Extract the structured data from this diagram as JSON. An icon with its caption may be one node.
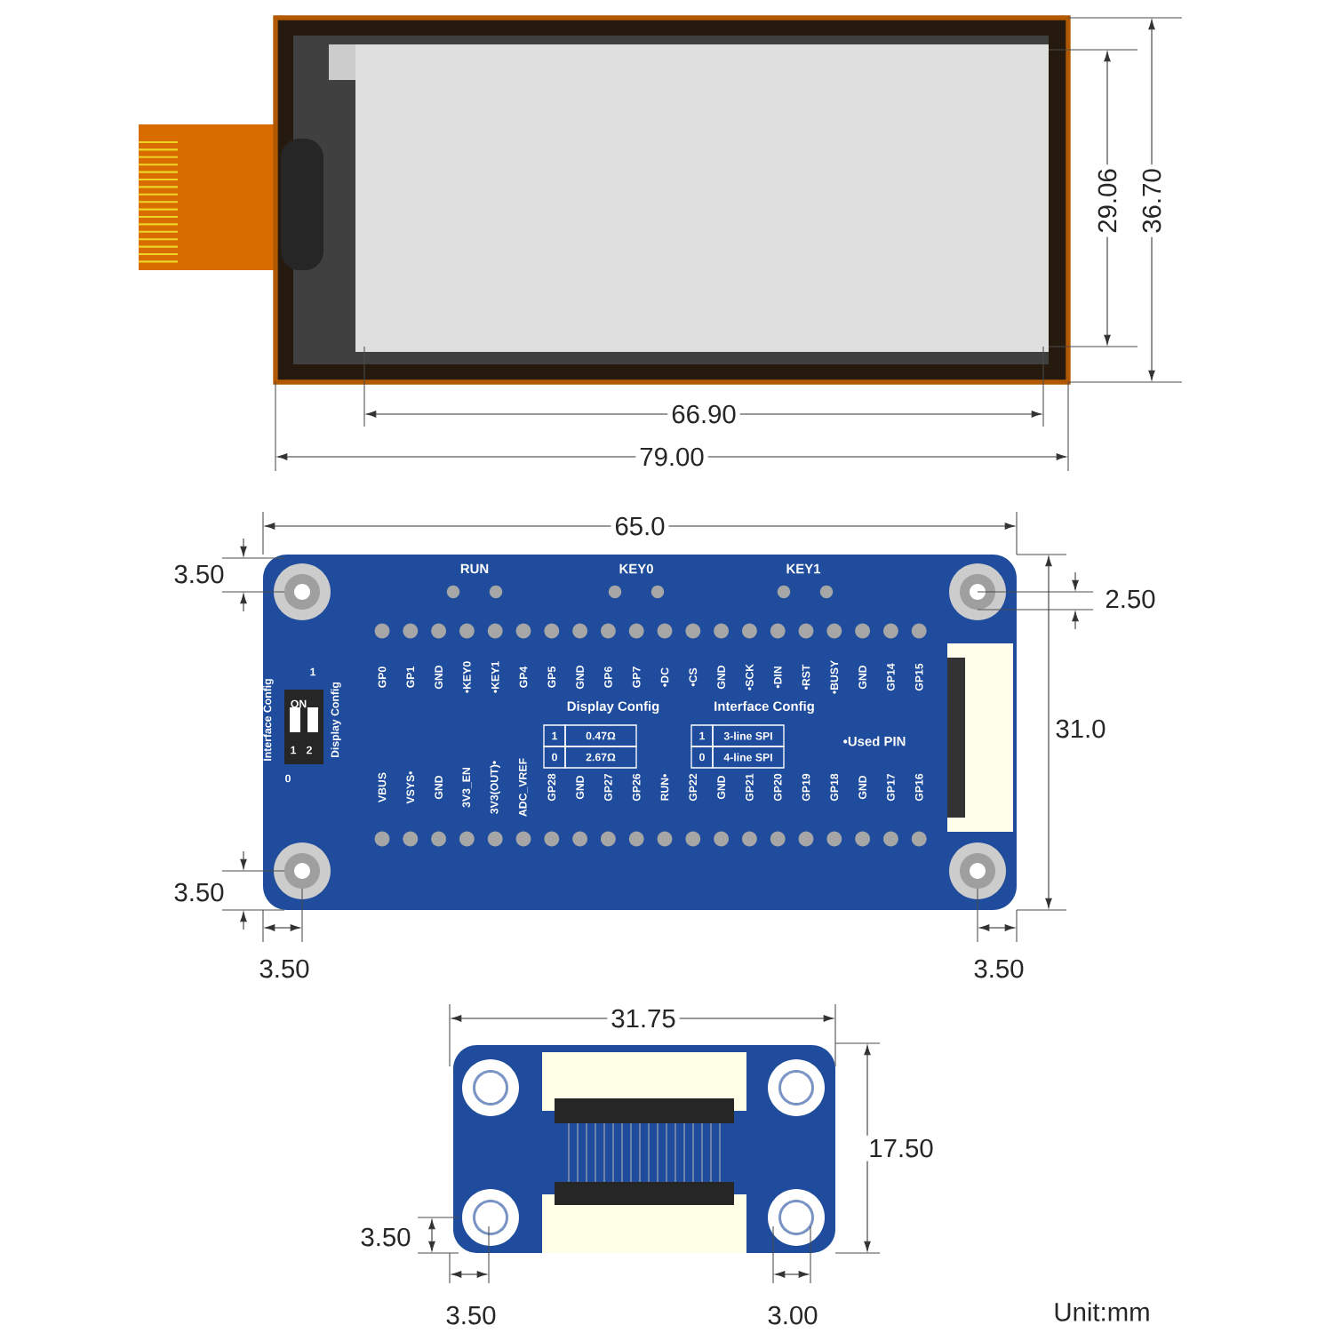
{
  "diagram": {
    "labels": [
      "29.06",
      "36.70",
      "66.90",
      "79.00",
      "65.0",
      "3.50",
      "RUN",
      "KEY0",
      "KEY1",
      "2.50",
      "GP0",
      "GP1",
      "GND",
      "•KEY0",
      "•KEY1",
      "GP4",
      "GP5",
      "GND",
      "GP6",
      "GP7",
      "•DC",
      "•CS",
      "GND",
      "•SCK",
      "•DIN",
      "•RST",
      "•BUSY",
      "GND",
      "GP14",
      "GP15",
      "1",
      "ON",
      "1",
      "2",
      "0",
      "Interface Config",
      "Display Config",
      "Display Config",
      "1",
      "0.47Ω",
      "0",
      "2.67Ω",
      "Interface Config",
      "1",
      "3-line SPI",
      "0",
      "4-line SPI",
      "•Used PIN",
      "31.0",
      "VBUS",
      "VSYS•",
      "GND",
      "3V3_EN",
      "3V3(OUT)•",
      "ADC_VREF",
      "GP28",
      "GND",
      "GP27",
      "GP26",
      "RUN•",
      "GP22",
      "GND",
      "GP21",
      "GP20",
      "GP19",
      "GP18",
      "GND",
      "GP17",
      "GP16",
      "3.50",
      "3.50",
      "3.50",
      "31.75",
      "17.50",
      "3.50",
      "3.50",
      "3.00",
      "Unit:mm"
    ]
  }
}
